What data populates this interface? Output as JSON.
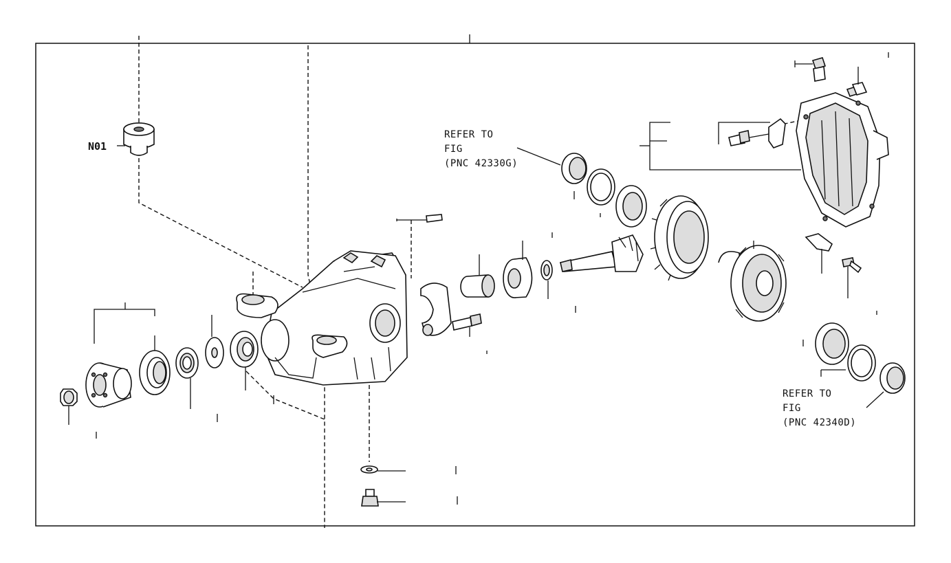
{
  "callouts": {
    "n01": "N01",
    "front_ref": {
      "line1": "REFER TO",
      "line2": "FIG",
      "line3": "(PNC 42330G)"
    },
    "rear_ref": {
      "line1": "REFER TO",
      "line2": "FIG",
      "line3": "(PNC 42340D)"
    }
  },
  "colors": {
    "line": "#111111",
    "background": "#ffffff",
    "shade": "#dddddd"
  }
}
